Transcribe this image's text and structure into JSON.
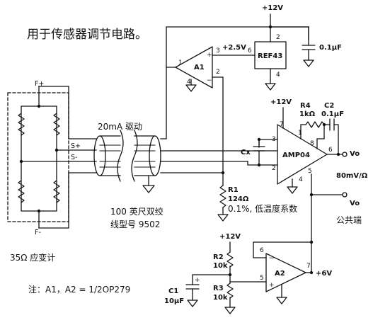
{
  "title": "用于传感器调节电路。",
  "strain_gauge": {
    "label": "35Ω 应变计",
    "f_plus": "F+",
    "f_minus": "F-",
    "s_plus": "S+",
    "s_minus": "S-"
  },
  "cable": {
    "drive_label": "20mA 驱动",
    "spec_line1": "100 英尺双绞",
    "spec_line2": "线型号 9502"
  },
  "a1": {
    "name": "A1",
    "pin1": "1",
    "pin2": "2",
    "pin3": "3",
    "pin4": "4",
    "ref_voltage": "+2.5V"
  },
  "ref43": {
    "name": "REF43",
    "pin2": "2",
    "pin4": "4",
    "pin6": "6",
    "supply": "+12V"
  },
  "ref_cap": "0.1μF",
  "amp04": {
    "name": "AMP04",
    "supply": "+12V",
    "pin1": "1",
    "pin2": "2",
    "pin3": "3",
    "pin4": "4",
    "pin5": "5",
    "pin6": "6",
    "pin7": "7",
    "pin8": "8"
  },
  "cx": "Cx",
  "r4": {
    "name": "R4",
    "value": "1kΩ"
  },
  "c2": {
    "name": "C2",
    "value": "0.1μF"
  },
  "vo": {
    "label": "Vo",
    "gain": "80mV/Ω"
  },
  "r1": {
    "name": "R1",
    "value": "124Ω",
    "spec": "0.1%, 低温度系数"
  },
  "common": {
    "label": "Vo",
    "caption": "公共端"
  },
  "a2": {
    "name": "A2",
    "pin5": "5",
    "pin6": "6",
    "pin7": "7",
    "output": "+6V"
  },
  "r2": {
    "name": "R2",
    "value": "10k"
  },
  "r3": {
    "name": "R3",
    "value": "10k"
  },
  "c1": {
    "name": "C1",
    "value": "10μF"
  },
  "divider_supply": "+12V",
  "note": "注：A1，A2 = 1/2OP279"
}
